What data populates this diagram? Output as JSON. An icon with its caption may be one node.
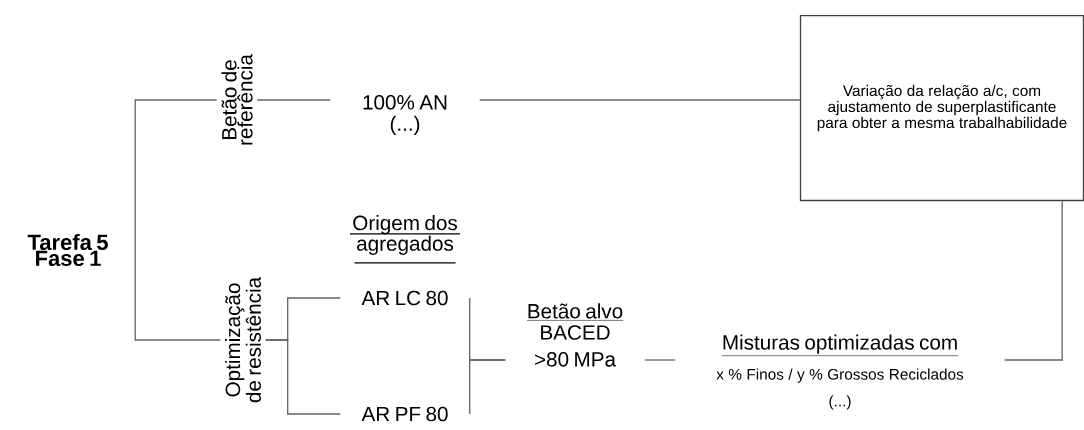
{
  "diagram": {
    "nodes": [
      {
        "text": [
          "Tarefa 5 Fase 1"
        ]
      },
      {
        "text": [
          "Betão de referência"
        ]
      },
      {
        "text": [
          "Optimização de resistência"
        ]
      },
      {
        "text": [
          "100% AN",
          "(...)"
        ]
      },
      {
        "text": [
          "Variação da relação a/c, com ajustamento de superplastificante para obter a mesma trabalhabilidade"
        ]
      },
      {
        "text": [
          "AR LC 80"
        ]
      },
      {
        "text": [
          "AR PF 80"
        ]
      },
      {
        "text": [
          "Betão alvo",
          "BACED >80 MPa"
        ]
      },
      {
        "text": [
          "Misturas optimizadas com",
          "x % Finos / y % Grossos Reciclados",
          "(...)"
        ]
      }
    ],
    "edges": [
      {
        "from": 0,
        "to": 1,
        "arrow": "none"
      },
      {
        "from": 0,
        "to": 2,
        "arrow": "none"
      },
      {
        "from": 1,
        "to": 3,
        "arrow": "none"
      },
      {
        "from": 3,
        "to": 4,
        "arrow": "none"
      },
      {
        "from": 2,
        "to": 5,
        "arrow": "none"
      },
      {
        "from": 2,
        "to": 6,
        "arrow": "none"
      },
      {
        "from": 5,
        "to": 7,
        "arrow": "none"
      },
      {
        "from": 6,
        "to": 7,
        "arrow": "none"
      },
      {
        "from": 7,
        "to": 8,
        "arrow": "none"
      },
      {
        "from": 8,
        "to": 4,
        "arrow": "none"
      }
    ],
    "labels": [
      "Origem dos agregados"
    ]
  }
}
